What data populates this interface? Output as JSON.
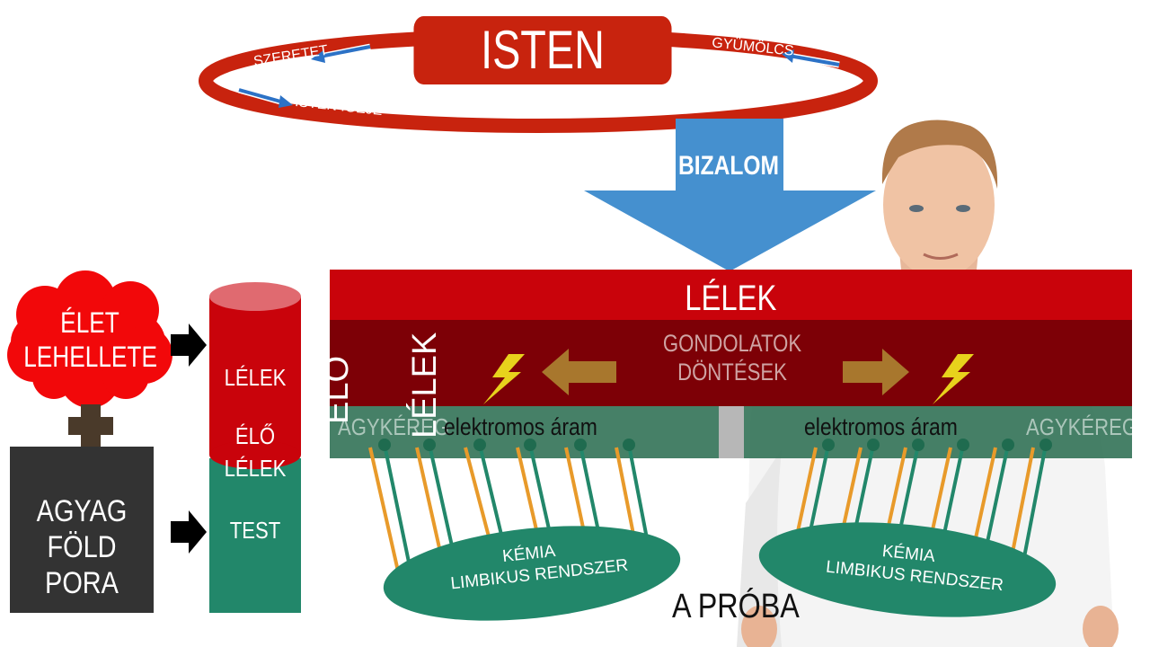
{
  "top": {
    "isten": "ISTEN",
    "szeretet": "SZERETET",
    "gyumolcs": "GYÜMÖLCS",
    "isten_igeje": "ISTEN IGÉJE"
  },
  "bizalom": "BIZALOM",
  "main": {
    "lelek": "LÉLEK",
    "gondolatok": "GONDOLATOK",
    "dontesek": "DÖNTÉSEK",
    "elo": "ÉLŐ",
    "lelek_vertical": "LÉLEK",
    "agykereg_left": "AGYKÉREG",
    "aram_left": "elektromos áram",
    "aram_right": "elektromos áram",
    "agykereg_right": "AGYKÉREG"
  },
  "left": {
    "elet": "ÉLET",
    "lehellete": "LEHELLETE",
    "agyag": "AGYAG",
    "fold_pora": "FÖLD PORA",
    "cyl_lelek": "LÉLEK",
    "cyl_elo": "ÉLŐ",
    "cyl_elo_lelek": "LÉLEK",
    "cyl_test": "TEST"
  },
  "bottom": {
    "kemia_left": "KÉMIA",
    "limbikus_left": "LIMBIKUS RENDSZER",
    "kemia_right": "KÉMIA",
    "limbikus_right": "LIMBIKUS RENDSZER",
    "proba": "A PRÓBA"
  },
  "colors": {
    "isten_red": "#c8230e",
    "lelek_red": "#c9030b",
    "dark_red": "#7d0006",
    "green": "#2c6e52",
    "teal": "#22876a",
    "blue_arrow": "#4590cf",
    "orange": "#e89a2a",
    "lightning": "#e8d21c",
    "brown_arrow": "#a8772d",
    "black": "#111111"
  },
  "icons": [
    "lightning-icon",
    "arrow-left-icon",
    "arrow-right-icon",
    "plus-icon",
    "arrow-right-black-icon",
    "cloud-icon",
    "cylinder-icon"
  ]
}
